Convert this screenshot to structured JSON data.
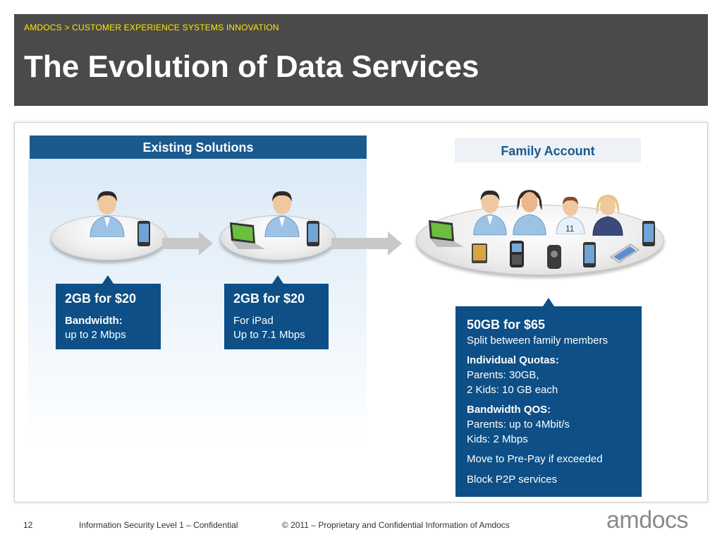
{
  "header": {
    "breadcrumb": "AMDOCS > CUSTOMER EXPERIENCE SYSTEMS INNOVATION",
    "title": "The Evolution of Data Services"
  },
  "sections": {
    "existing": "Existing Solutions",
    "family": "Family Account"
  },
  "box1": {
    "heading": "2GB for $20",
    "bold_label": "Bandwidth:",
    "line1": "up to 2 Mbps"
  },
  "box2": {
    "heading": "2GB for $20",
    "line1": "For iPad",
    "line2": "Up to 7.1 Mbps"
  },
  "box3": {
    "heading": "50GB for $65",
    "line1": "Split between family members",
    "quota_label": "Individual Quotas:",
    "quota_line1": "Parents: 30GB,",
    "quota_line2": "2 Kids: 10 GB each",
    "qos_label": "Bandwidth QOS:",
    "qos_line1": "Parents: up to 4Mbit/s",
    "qos_line2": "Kids: 2 Mbps",
    "line_prepay": "Move to Pre-Pay if exceeded",
    "line_p2p": "Block P2P services"
  },
  "footer": {
    "page": "12",
    "security": "Information Security Level 1 – Confidential",
    "copyright": "© 2011 – Proprietary and Confidential Information of Amdocs",
    "logo": "amdocs"
  },
  "colors": {
    "header_bg": "#4a4a4a",
    "breadcrumb": "#ffe600",
    "brand_blue": "#0d4f86"
  }
}
